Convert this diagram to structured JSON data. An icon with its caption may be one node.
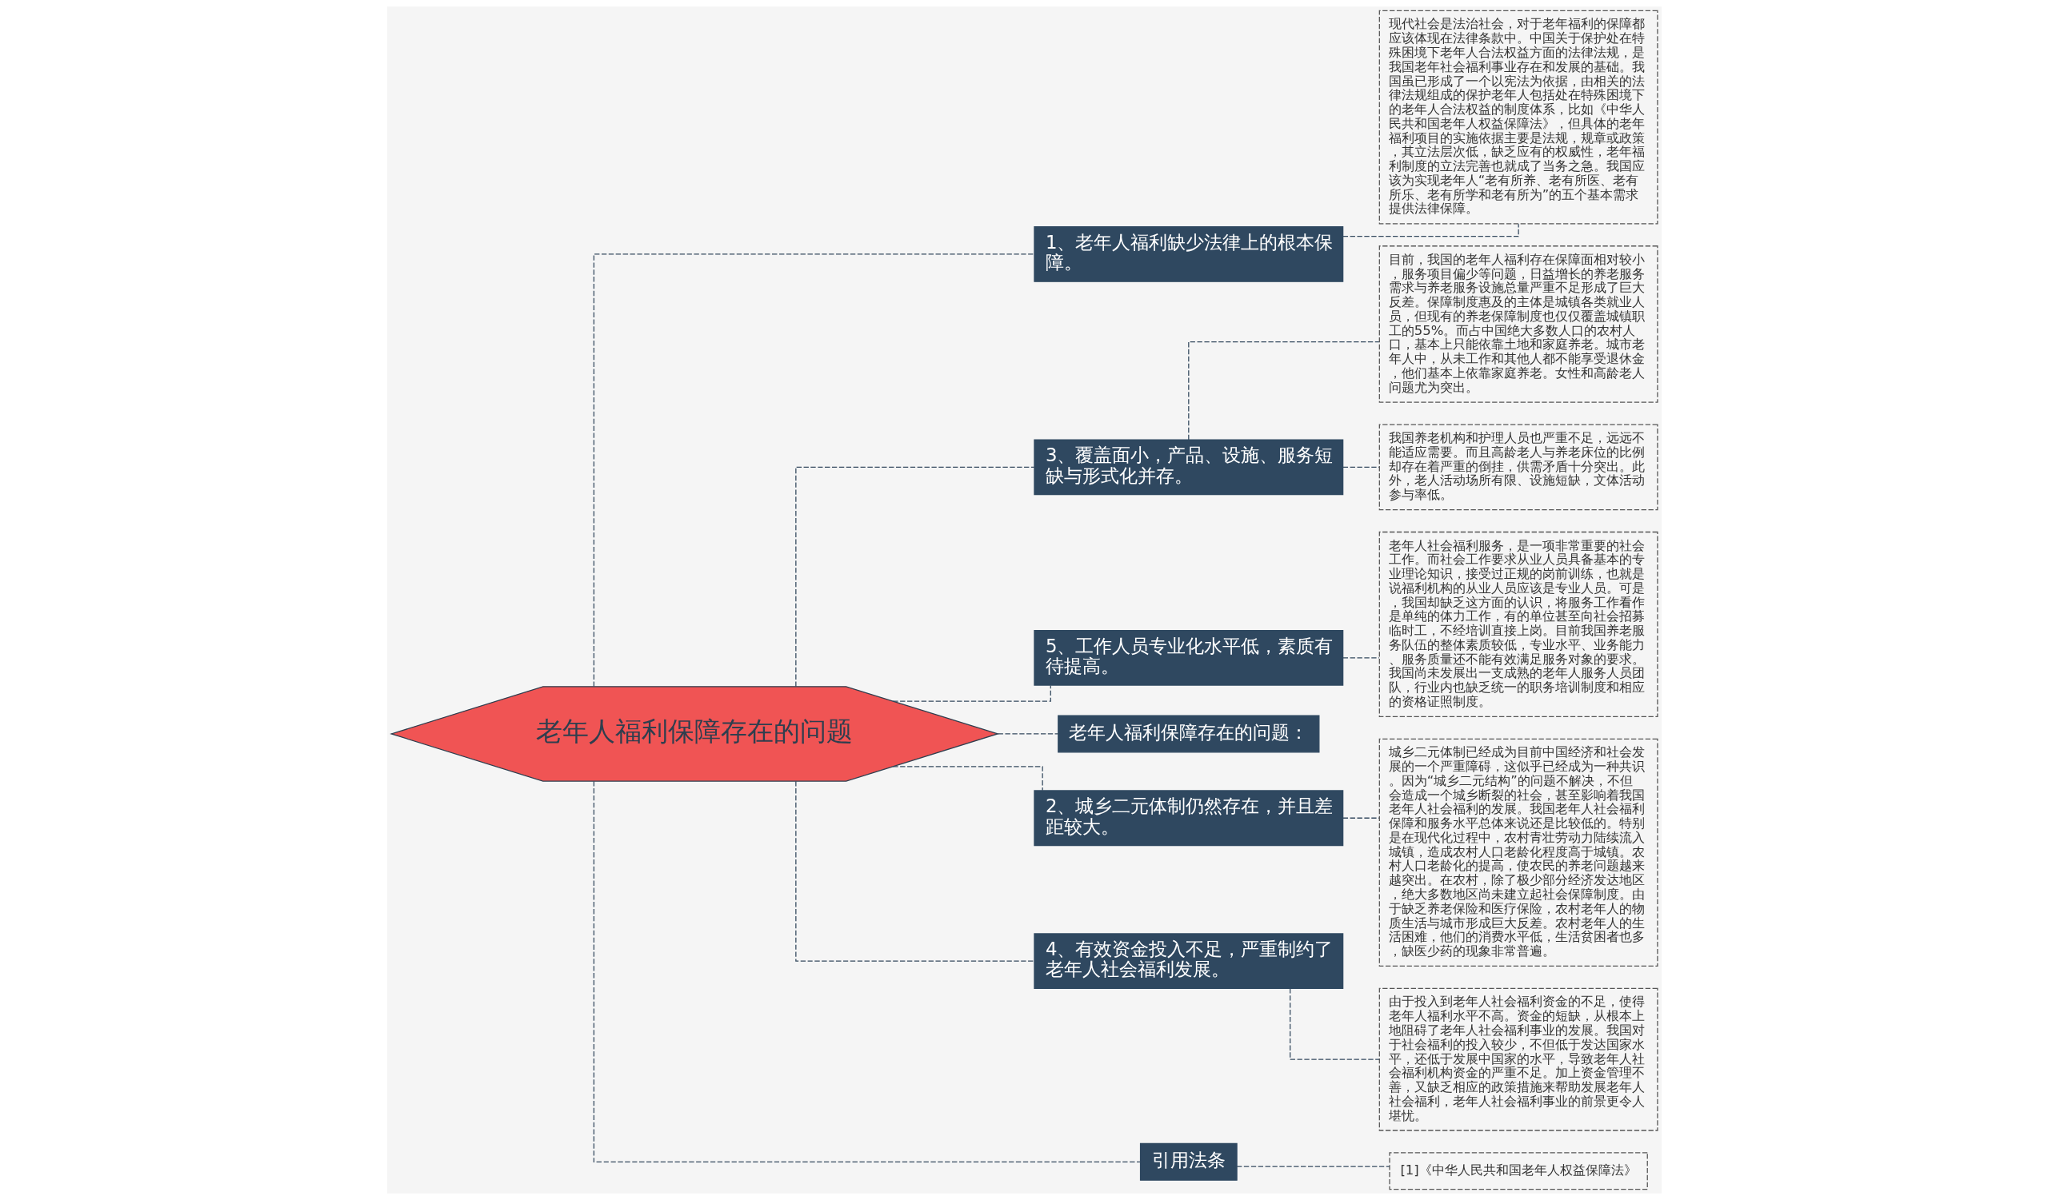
{
  "diagram": {
    "nodes": [
      {
        "text": [
          "老年人福利保障存在的问题"
        ]
      },
      {
        "text": [
          "1、老年人福利缺少法律上的根本保障。"
        ]
      },
      {
        "text": [
          "现代社会是法治社会，对于老年福利的保障都应该体现在法律条款中。中国关于保护处在特殊困境下老年人合法权益方面的法律法规，是我国老年社会福利事业存在和发展的基础。我国虽已形成了一个以宪法为依据，由相关的法律法规组成的保护老年人包括处在特殊困境下的老年人合法权益的制度体系，比如《中华人民共和国老年人权益保障法》，但具体的老年福利项目的实施依据主要是法规，规章或政策，其立法层次低，缺乏应有的权威性，老年福利制度的立法完善也就成了当务之急。我国应该为实现老年人“老有所养、老有所医、老有所乐、老有所学和老有所为”的五个基本需求提供法律保障。"
        ]
      },
      {
        "text": [
          "3、覆盖面小，产品、设施、服务短缺与形式化并存。"
        ]
      },
      {
        "text": [
          "目前，我国的老年人福利存在保障面相对较小，服务项目偏少等问题，日益增长的养老服务需求与养老服务设施总量严重不足形成了巨大反差。保障制度惠及的主体是城镇各类就业人员，但现有的养老保障制度也仅仅覆盖城镇职工的55%。而占中国绝大多数人口的农村人口，基本上只能依靠土地和家庭养老。城市老年人中，从未工作和其他人都不能享受退休金，他们基本上依靠家庭养老。女性和高龄老人问题尤为突出。"
        ]
      },
      {
        "text": [
          "我国养老机构和护理人员也严重不足，远远不能适应需要。而且高龄老人与养老床位的比例却存在着严重的倒挂，供需矛盾十分突出。此外，老人活动场所有限、设施短缺，文体活动参与率低。"
        ]
      },
      {
        "text": [
          "5、工作人员专业化水平低，素质有待提高。"
        ]
      },
      {
        "text": [
          "老年人社会福利服务，是一项非常重要的社会工作。而社会工作要求从业人员具备基本的专业理论知识，接受过正规的岗前训练，也就是说福利机构的从业人员应该是专业人员。可是，我国却缺乏这方面的认识，将服务工作看作是单纯的体力工作，有的单位甚至向社会招募临时工，不经培训直接上岗。目前我国养老服务队伍的整体素质较低，专业水平、业务能力、服务质量还不能有效满足服务对象的要求。我国尚未发展出一支成熟的老年人服务人员团队，行业内也缺乏统一的职务培训制度和相应的资格证照制度。"
        ]
      },
      {
        "text": [
          "老年人福利保障存在的问题："
        ]
      },
      {
        "text": [
          "2、城乡二元体制仍然存在，并且差距较大。"
        ]
      },
      {
        "text": [
          "城乡二元体制已经成为目前中国经济和社会发展的一个严重障碍，这似乎已经成为一种共识。因为“城乡二元结构”的问题不解决，不但会造成一个城乡断裂的社会，甚至影响着我国老年人社会福利的发展。我国老年人社会福利保障和服务水平总体来说还是比较低的。特别是在现代化过程中，农村青壮劳动力陆续流入城镇，造成农村人口老龄化程度高于城镇。农村人口老龄化的提高，使农民的养老问题越来越突出。在农村，除了极少部分经济发达地区，绝大多数地区尚未建立起社会保障制度。由于缺乏养老保险和医疗保险，农村老年人的物质生活与城市形成巨大反差。农村老年人的生活困难，他们的消费水平低，生活贫困者也多，缺医少药的现象非常普遍。"
        ]
      },
      {
        "text": [
          "4、有效资金投入不足，严重制约了老年人社会福利发展。"
        ]
      },
      {
        "text": [
          "由于投入到老年人社会福利资金的不足，使得老年人福利水平不高。资金的短缺，从根本上地阻碍了老年人社会福利事业的发展。我国对于社会福利的投入较少，不但低于发达国家水平，还低于发展中国家的水平，导致老年人社会福利机构资金的严重不足。加上资金管理不善，又缺乏相应的政策措施来帮助发展老年人社会福利，老年人社会福利事业的前景更令人堪忧。"
        ]
      },
      {
        "text": [
          "引用法条"
        ]
      },
      {
        "text": [
          "[1]《中华人民共和国老年人权益保障法》"
        ]
      }
    ],
    "edges": [
      {
        "from": 0,
        "to": 1,
        "arrow": "none",
        "style": "dashed"
      },
      {
        "from": 1,
        "to": 2,
        "arrow": "none",
        "style": "dashed"
      },
      {
        "from": 0,
        "to": 3,
        "arrow": "none",
        "style": "dashed"
      },
      {
        "from": 3,
        "to": 4,
        "arrow": "none",
        "style": "dashed"
      },
      {
        "from": 3,
        "to": 5,
        "arrow": "none",
        "style": "dashed"
      },
      {
        "from": 0,
        "to": 6,
        "arrow": "none",
        "style": "dashed"
      },
      {
        "from": 6,
        "to": 7,
        "arrow": "none",
        "style": "dashed"
      },
      {
        "from": 0,
        "to": 8,
        "arrow": "none",
        "style": "dashed"
      },
      {
        "from": 0,
        "to": 9,
        "arrow": "none",
        "style": "dashed"
      },
      {
        "from": 9,
        "to": 10,
        "arrow": "none",
        "style": "dashed"
      },
      {
        "from": 0,
        "to": 11,
        "arrow": "none",
        "style": "dashed"
      },
      {
        "from": 11,
        "to": 12,
        "arrow": "none",
        "style": "dashed"
      },
      {
        "from": 0,
        "to": 13,
        "arrow": "none",
        "style": "dashed"
      },
      {
        "from": 13,
        "to": 14,
        "arrow": "none",
        "style": "dashed"
      }
    ]
  }
}
